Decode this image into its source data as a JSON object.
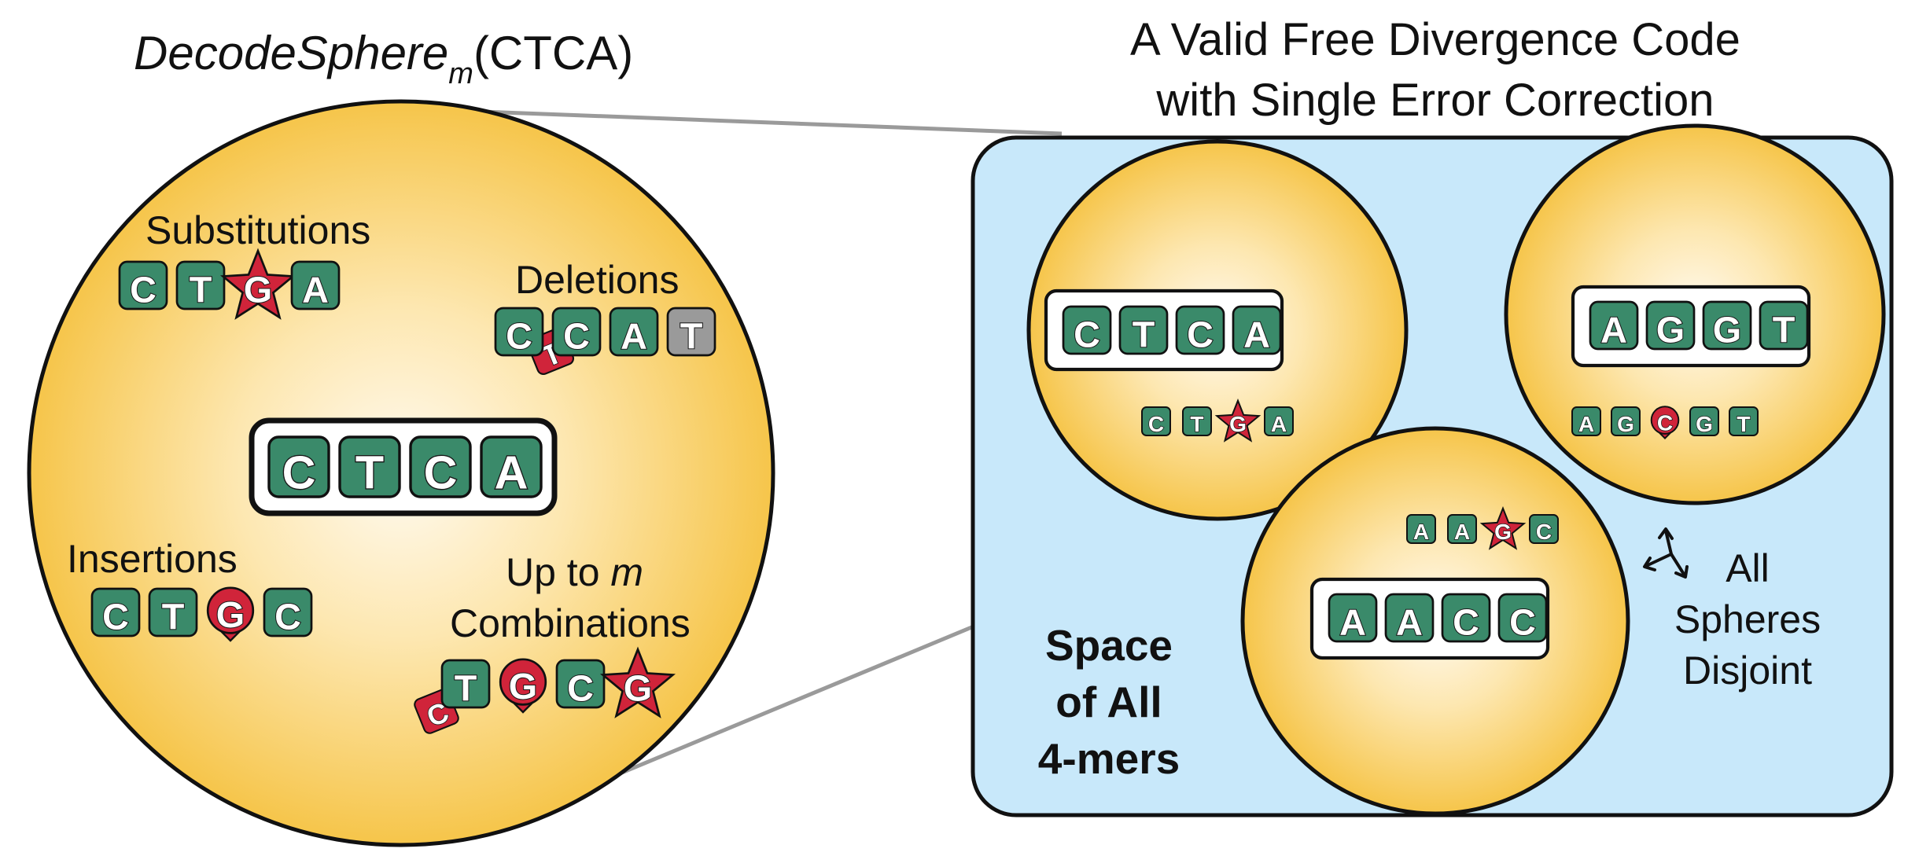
{
  "left_panel": {
    "title_main": "DecodeSphere",
    "title_sub": "m",
    "title_arg": "(CTCA)",
    "center_word": [
      "C",
      "T",
      "C",
      "A"
    ],
    "substitutions": {
      "label": "Substitutions",
      "word": [
        "C",
        "T",
        "G",
        "A"
      ],
      "mutated_index": 2
    },
    "deletions": {
      "label": "Deletions",
      "word": [
        "C",
        "C",
        "A",
        "T"
      ],
      "deleted_letter": "T",
      "padding_index": 3
    },
    "insertions": {
      "label": "Insertions",
      "word": [
        "C",
        "T",
        "G",
        "C"
      ],
      "inserted_index": 2
    },
    "combinations": {
      "label_prefix": "Up to ",
      "label_var": "m",
      "label_line2": "Combinations",
      "word": [
        "T",
        "G",
        "C",
        "G"
      ],
      "deleted_letter": "C",
      "inserted_index": 1,
      "substituted_index": 3
    }
  },
  "right_panel": {
    "title_line1": "A Valid Free Divergence Code",
    "title_line2": "with Single Error Correction",
    "space_label": [
      "Space",
      "of All",
      "4-mers"
    ],
    "disjoint_label": [
      "All",
      "Spheres",
      "Disjoint"
    ],
    "spheres": [
      {
        "codeword": [
          "C",
          "T",
          "C",
          "A"
        ],
        "variant": [
          "C",
          "T",
          "G",
          "A"
        ],
        "variant_type": "substitution",
        "mutated_index": 2
      },
      {
        "codeword": [
          "A",
          "G",
          "G",
          "T"
        ],
        "variant": [
          "A",
          "G",
          "C",
          "G",
          "T"
        ],
        "variant_type": "insertion",
        "mutated_index": 2
      },
      {
        "codeword": [
          "A",
          "A",
          "C",
          "C"
        ],
        "variant": [
          "A",
          "A",
          "G",
          "C"
        ],
        "variant_type": "substitution",
        "mutated_index": 2
      }
    ]
  },
  "colors": {
    "tile_green": "#3a8a6a",
    "mutation_red": "#d0243a",
    "padding_gray": "#9a9a9a",
    "sphere_yellow": "#f6c54a",
    "sphere_center": "#fffaf0",
    "code_space_blue": "#c8e8fa",
    "connector_gray": "#9a9a9a"
  }
}
